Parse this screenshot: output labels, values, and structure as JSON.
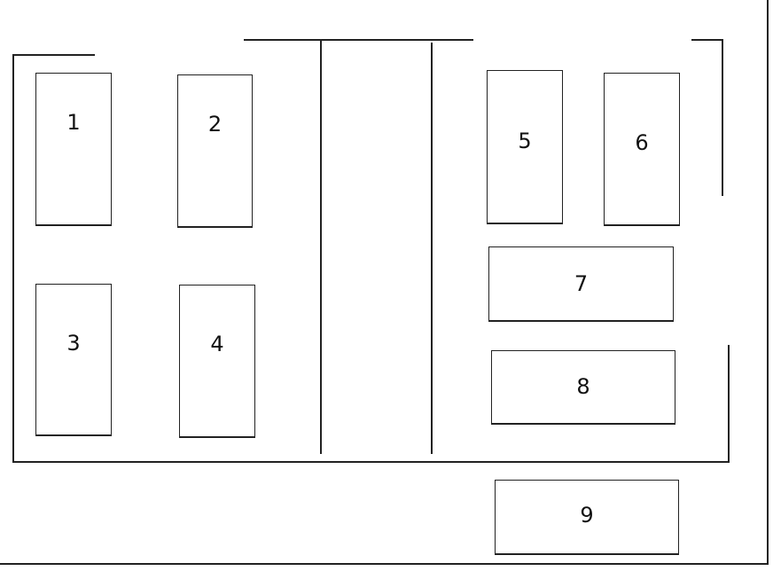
{
  "diagram": {
    "boxes": [
      {
        "label": "1"
      },
      {
        "label": "2"
      },
      {
        "label": "3"
      },
      {
        "label": "4"
      },
      {
        "label": "5"
      },
      {
        "label": "6"
      },
      {
        "label": "7"
      },
      {
        "label": "8"
      },
      {
        "label": "9"
      }
    ],
    "colors": {
      "line": "#222222",
      "background": "#ffffff"
    }
  }
}
